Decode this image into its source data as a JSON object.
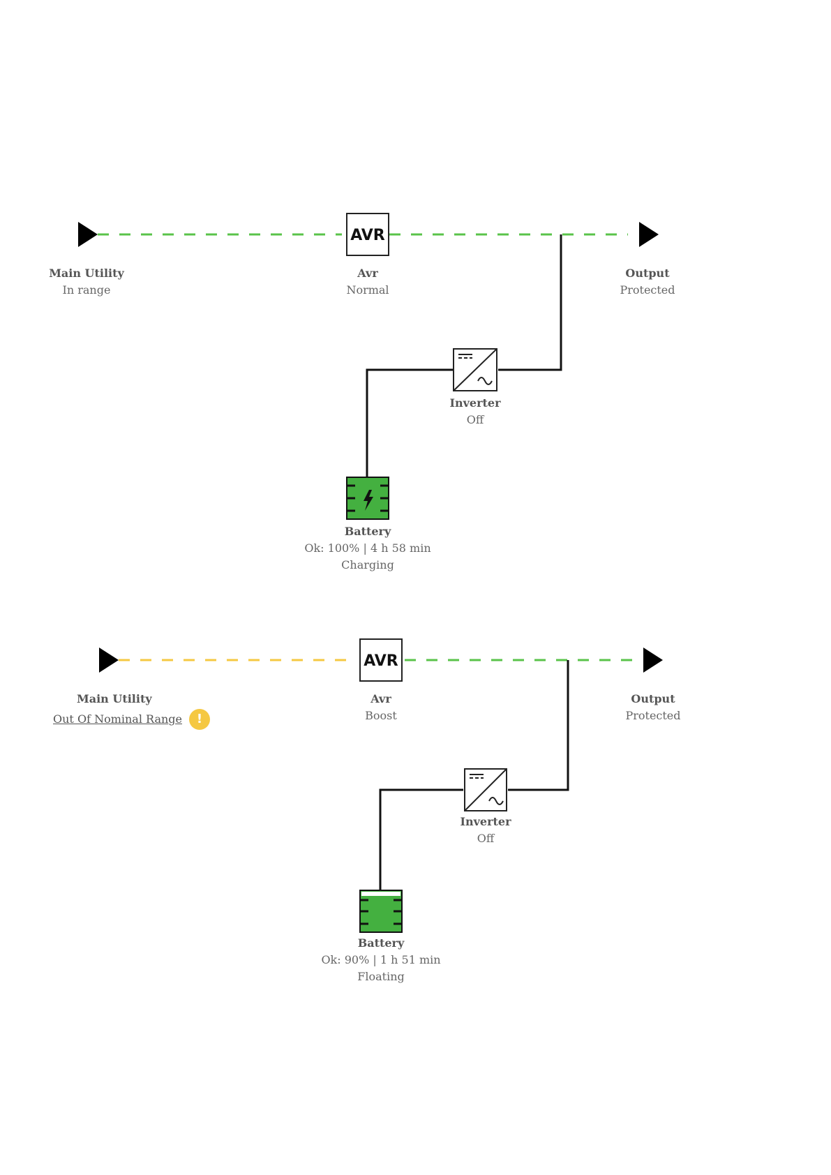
{
  "colors": {
    "line_ok": "#5ac34a",
    "line_warn": "#f5c842",
    "battery_fill": "#44b040",
    "wire": "#111111",
    "warning_icon": "#f5c842"
  },
  "diagrams": [
    {
      "main_utility": {
        "name": "Main Utility",
        "status": "In range"
      },
      "avr": {
        "icon_text": "AVR",
        "name": "Avr",
        "status": "Normal"
      },
      "output": {
        "name": "Output",
        "status": "Protected"
      },
      "inverter": {
        "name": "Inverter",
        "status": "Off"
      },
      "battery": {
        "name": "Battery",
        "detail": "Ok: 100% | 4 h 58 min",
        "status": "Charging",
        "icon": "battery-charging-icon"
      },
      "input_line_state": "ok",
      "output_line_state": "ok"
    },
    {
      "main_utility": {
        "name": "Main Utility",
        "status": "Out Of Nominal Range",
        "warning": "!"
      },
      "avr": {
        "icon_text": "AVR",
        "name": "Avr",
        "status": "Boost"
      },
      "output": {
        "name": "Output",
        "status": "Protected"
      },
      "inverter": {
        "name": "Inverter",
        "status": "Off"
      },
      "battery": {
        "name": "Battery",
        "detail": "Ok: 90% | 1 h 51 min",
        "status": "Floating",
        "icon": "battery-full-icon"
      },
      "input_line_state": "warn",
      "output_line_state": "ok"
    }
  ]
}
